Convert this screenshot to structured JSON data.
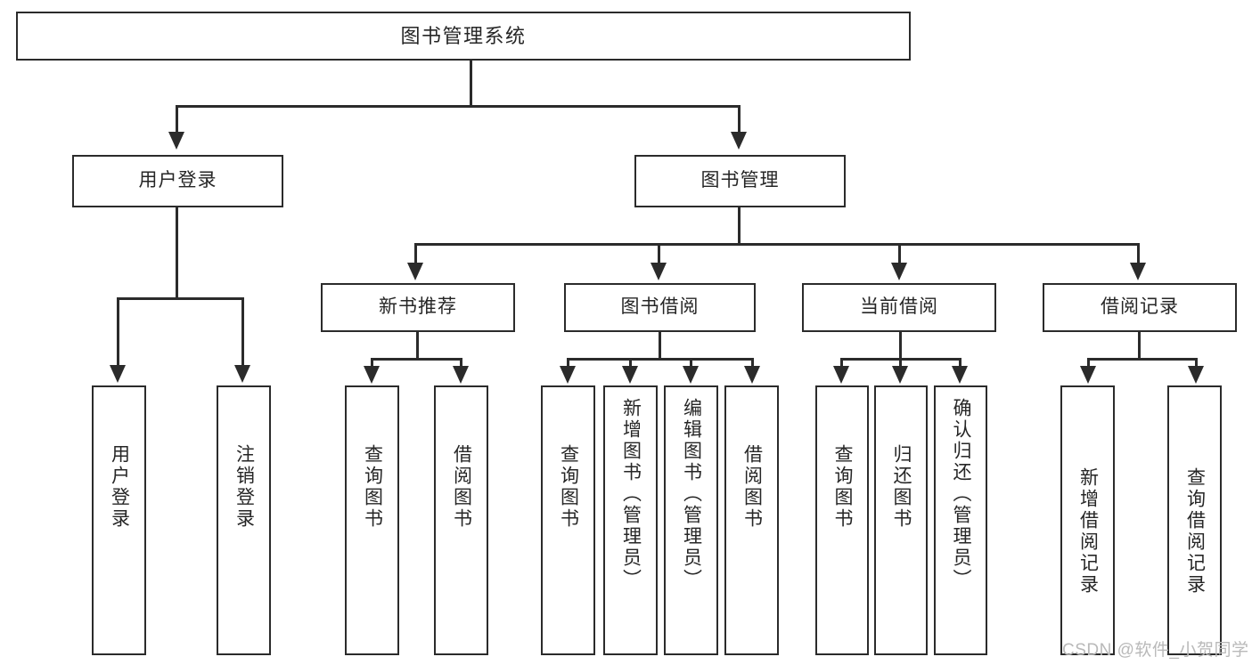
{
  "diagram": {
    "title": "图书管理系统",
    "type": "tree",
    "root": {
      "label": "图书管理系统"
    },
    "level2": [
      {
        "label": "用户登录"
      },
      {
        "label": "图书管理"
      }
    ],
    "level3": [
      {
        "label": "新书推荐"
      },
      {
        "label": "图书借阅"
      },
      {
        "label": "当前借阅"
      },
      {
        "label": "借阅记录"
      }
    ],
    "leaves": {
      "user_login": [
        {
          "label": "用户登录"
        },
        {
          "label": "注销登录"
        }
      ],
      "new_book_recommend": [
        {
          "label": "查询图书"
        },
        {
          "label": "借阅图书"
        }
      ],
      "book_borrow": [
        {
          "label": "查询图书"
        },
        {
          "label": "新增图书（管理员）"
        },
        {
          "label": "编辑图书（管理员）"
        },
        {
          "label": "借阅图书"
        }
      ],
      "current_borrow": [
        {
          "label": "查询图书"
        },
        {
          "label": "归还图书"
        },
        {
          "label": "确认归还（管理员）"
        }
      ],
      "borrow_record": [
        {
          "label": "新增借阅记录"
        },
        {
          "label": "查询借阅记录"
        }
      ]
    }
  },
  "watermark": {
    "text": "CSDN @软件_小贺同学"
  },
  "colors": {
    "stroke": "#2b2b2b",
    "background": "#ffffff",
    "text": "#262626",
    "watermark": "#b9b9b9"
  }
}
